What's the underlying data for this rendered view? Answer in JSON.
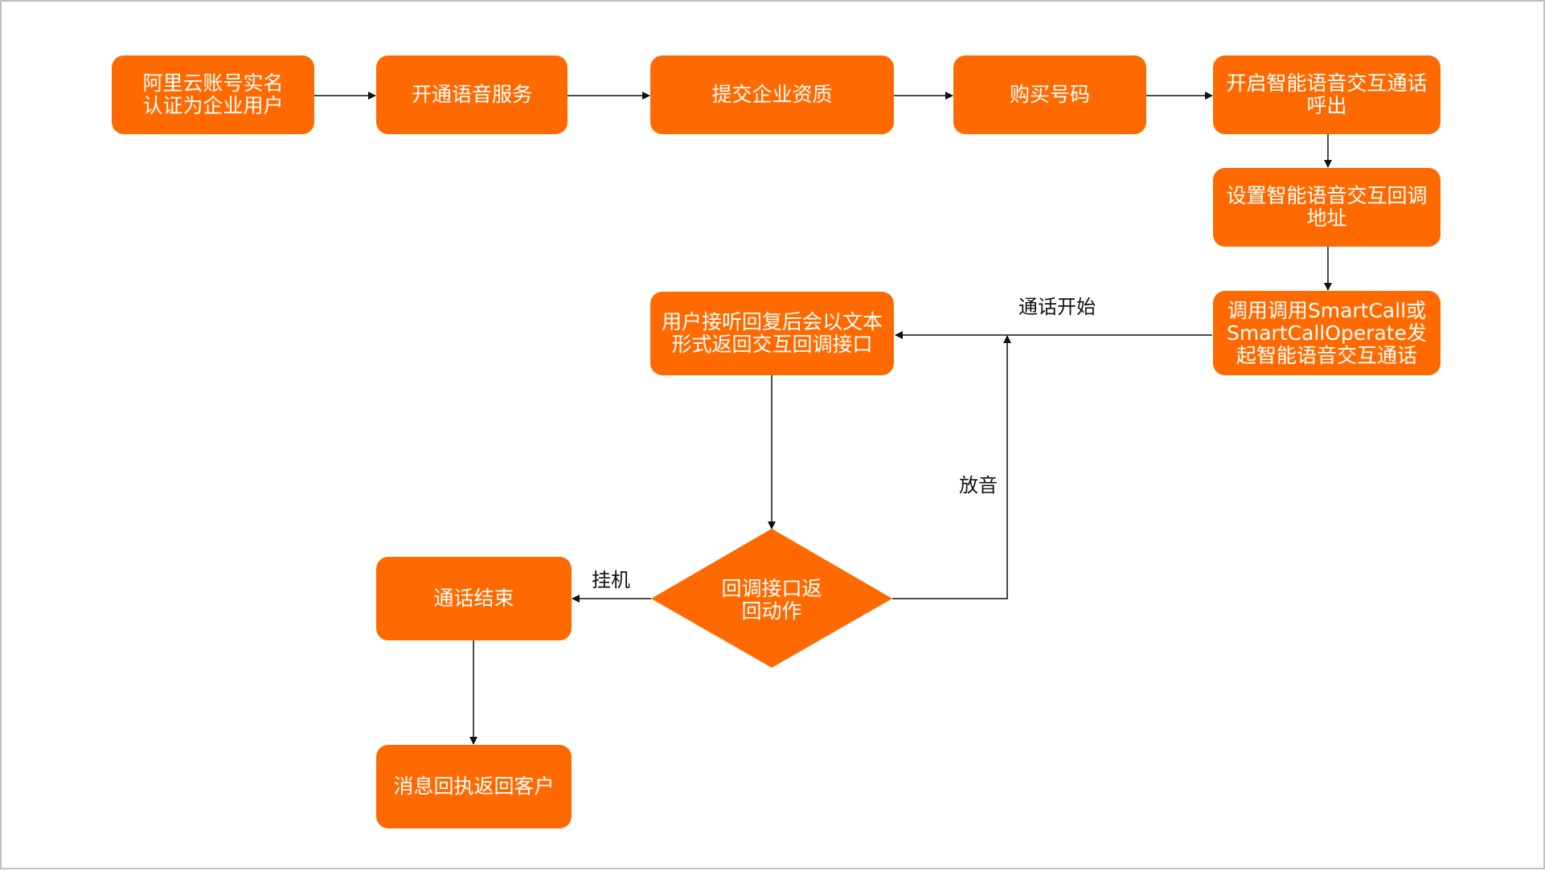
{
  "colors": {
    "node_fill": "#ff6a00",
    "node_text": "#ffffff",
    "edge": "#111111",
    "border": "#bfbfbf"
  },
  "nodes": {
    "verify": "阿里云账号实名\n认证为企业用户",
    "activate": "开通语音服务",
    "qualify": "提交企业资质",
    "buy_number": "购买号码",
    "enable_callout": "开启智能语音交互通话\n呼出",
    "set_callback": "设置智能语音交互回调\n地址",
    "invoke": "调用调用SmartCall或\nSmartCallOperate发\n起智能语音交互通话",
    "user_reply": "用户接听回复后会以文本\n形式返回交互回调接口",
    "decision": "回调接口返\n回动作",
    "call_end": "通话结束",
    "receipt": "消息回执返回客户"
  },
  "edge_labels": {
    "call_start": "通话开始",
    "play_audio": "放音",
    "hang_up": "挂机"
  }
}
